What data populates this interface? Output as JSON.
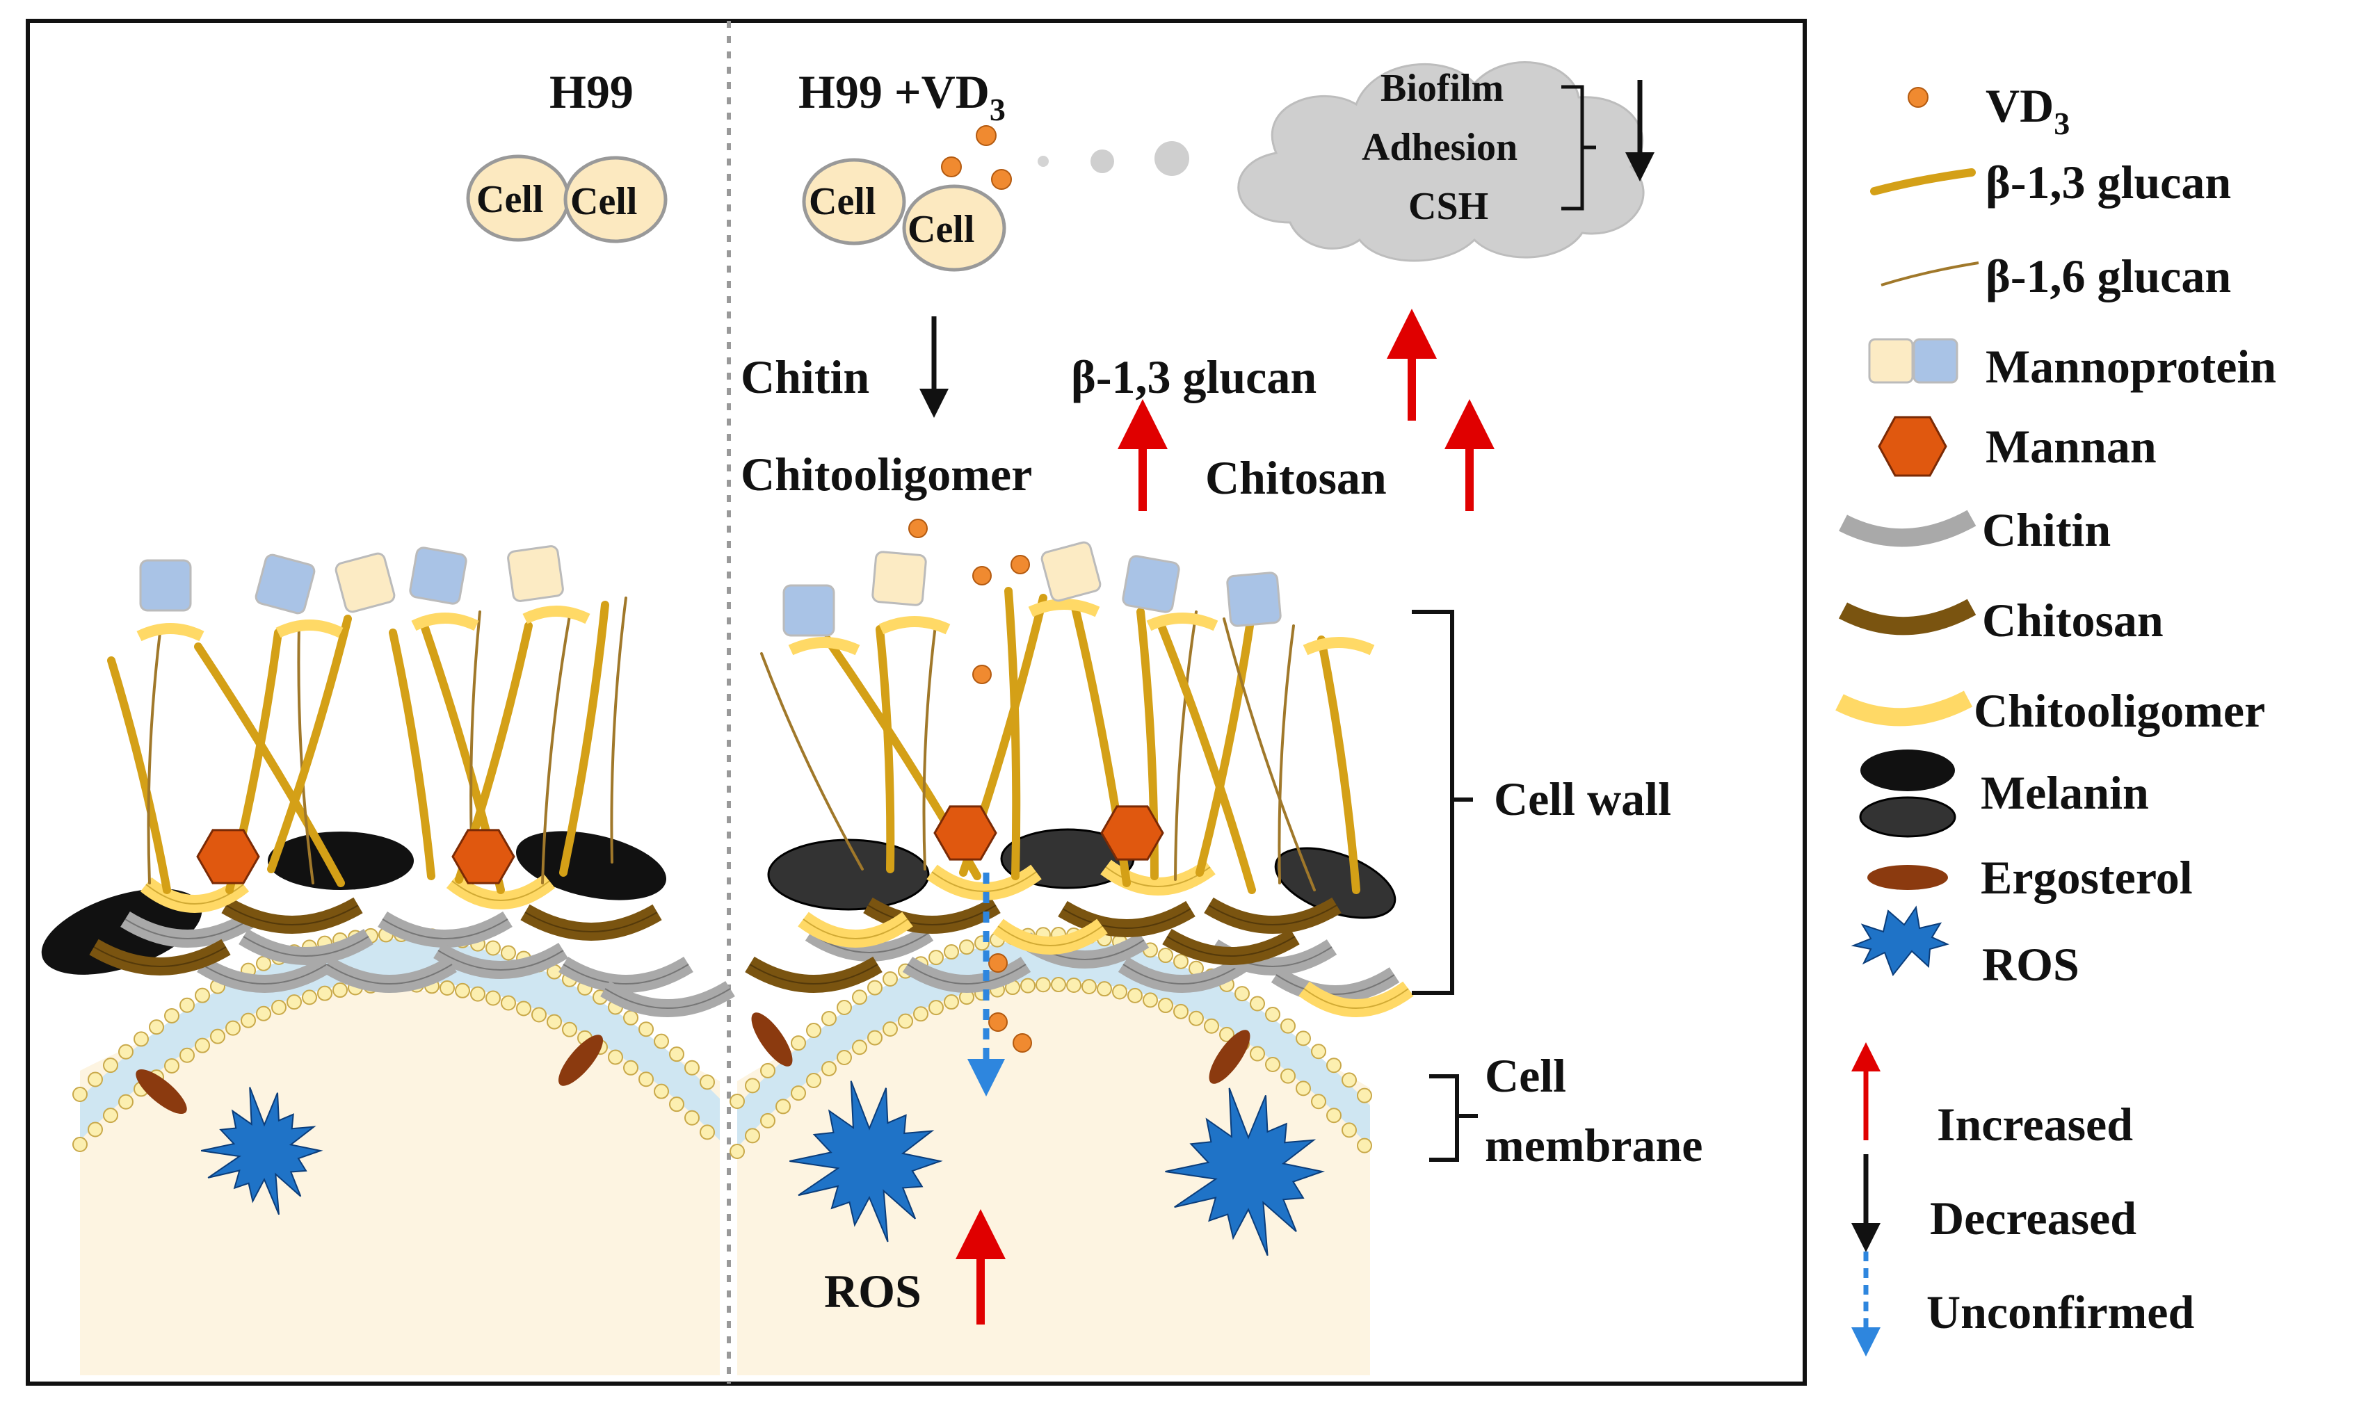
{
  "panels": {
    "left_title": "H99",
    "right_title_base": "H99 +VD",
    "right_title_sub": "3",
    "cell_label": "Cell"
  },
  "cloud": {
    "lines": [
      "Biofilm",
      "Adhesion",
      "CSH"
    ]
  },
  "changes": {
    "chitin": "Chitin",
    "glucan13": "β-1,3 glucan",
    "chitooligomer": "Chitooligomer",
    "chitosan": "Chitosan",
    "ros": "ROS"
  },
  "brackets": {
    "cell_wall": "Cell wall",
    "cell_membrane_line1": "Cell",
    "cell_membrane_line2": "membrane"
  },
  "legend": {
    "vd3_base": "VD",
    "vd3_sub": "3",
    "items": [
      {
        "key": "glucan13",
        "label": "β-1,3 glucan"
      },
      {
        "key": "glucan16",
        "label": "β-1,6 glucan"
      },
      {
        "key": "mannoprotein",
        "label": "Mannoprotein"
      },
      {
        "key": "mannan",
        "label": "Mannan"
      },
      {
        "key": "chitin",
        "label": "Chitin"
      },
      {
        "key": "chitosan",
        "label": "Chitosan"
      },
      {
        "key": "chitooligomer",
        "label": "Chitooligomer"
      },
      {
        "key": "melanin",
        "label": "Melanin"
      },
      {
        "key": "ergosterol",
        "label": "Ergosterol"
      },
      {
        "key": "ros",
        "label": "ROS"
      }
    ],
    "arrows": [
      {
        "key": "increased",
        "label": "Increased"
      },
      {
        "key": "decreased",
        "label": "Decreased"
      },
      {
        "key": "unconfirmed",
        "label": "Unconfirmed"
      }
    ]
  },
  "colors": {
    "glucan13": "#D4A017",
    "glucan16": "#A0782A",
    "mannoprotein_a": "#FCEBC4",
    "mannoprotein_b": "#A9C3E6",
    "mannan": "#E0580F",
    "chitin": "#A9A9A9",
    "chitosan": "#7A5410",
    "chitooligomer": "#FFD966",
    "melanin": "#111111",
    "ergosterol": "#8B3A0F",
    "ros": "#1F73C7",
    "vd3": "#F08A30",
    "increase_arrow": "#E00000",
    "decrease_arrow": "#111111",
    "unconfirmed_arrow": "#2E86DE",
    "cytoplasm": "#FDF4E1",
    "cloud": "#CFCFCF"
  }
}
